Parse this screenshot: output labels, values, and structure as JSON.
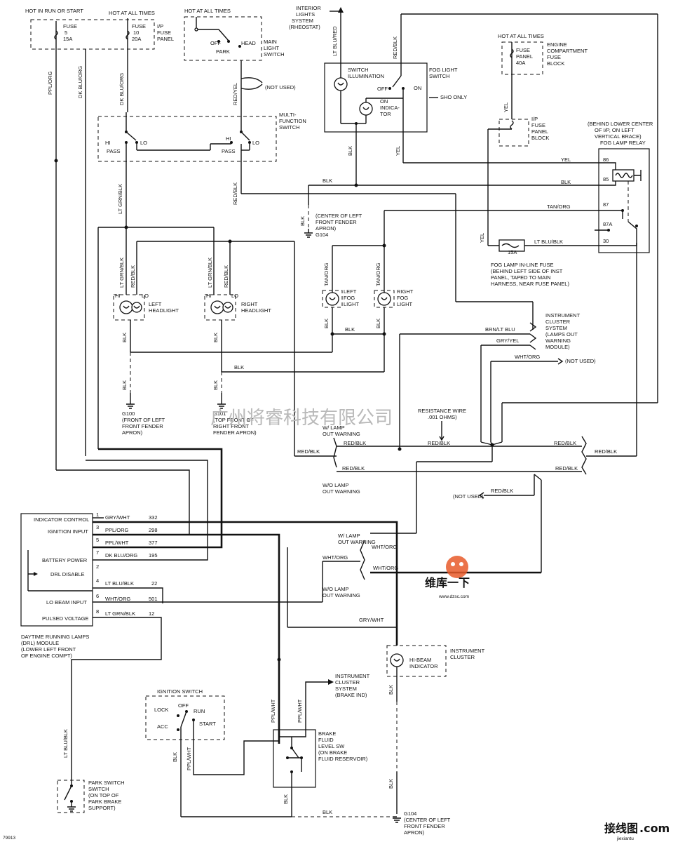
{
  "power": {
    "hot_run_start": "HOT IN RUN OR START",
    "hot_all_times": "HOT AT ALL TIMES",
    "fuse5": [
      "FUSE",
      "5",
      "15A"
    ],
    "fuse10": [
      "FUSE",
      "10",
      "20A"
    ],
    "ip_fuse_panel": [
      "I/P",
      "FUSE",
      "PANEL"
    ],
    "hot_all_times_2": "HOT AT ALL TIMES",
    "hot_all_times_3": "HOT AT ALL TIMES",
    "engine_fuse_block": [
      "ENGINE",
      "COMPARTMENT",
      "FUSE",
      "BLOCK"
    ],
    "fuse_panel_40a": [
      "FUSE",
      "PANEL",
      "40A"
    ],
    "ip_fuse_block": [
      "I/P",
      "FUSE",
      "PANEL",
      "BLOCK"
    ]
  },
  "main_light_switch": {
    "off": "OFF",
    "head": "HEAD",
    "park": "PARK",
    "title": [
      "MAIN",
      "LIGHT",
      "SWITCH"
    ],
    "not_used": "(NOT USED)"
  },
  "multifunction": {
    "title": [
      "MULTI-",
      "FUNCTION",
      "SWITCH"
    ],
    "hi": "HI",
    "lo": "LO",
    "pass": "PASS"
  },
  "fog_switch": {
    "interior": [
      "INTERIOR",
      "LIGHTS",
      "SYSTEM",
      "(RHEOSTAT)"
    ],
    "switch_illum": [
      "SWITCH",
      "ILLUMINATION"
    ],
    "title": [
      "FOG LIGHT",
      "SWITCH"
    ],
    "off": "OFF",
    "on": "ON",
    "on_indicator": [
      "ON",
      "INDICA-",
      "TOR"
    ],
    "sho_only": "SHO ONLY"
  },
  "fog_relay": {
    "title": [
      "(BEHIND LOWER CENTER",
      "OF I/P, ON LEFT",
      "VERTICAL BRACE)",
      "FOG LAMP RELAY"
    ],
    "pins": [
      "86",
      "85",
      "87",
      "87A",
      "30"
    ],
    "inline_fuse": "15A",
    "inline_label": [
      "FOG LAMP IN-LINE FUSE",
      "(BEHIND LEFT SIDE OF INST",
      "PANEL, TAPED TO MAIN",
      "HARNESS, NEAR FUSE PANEL)"
    ]
  },
  "grounds": {
    "g104": [
      "(CENTER OF LEFT",
      "FRONT FENDER",
      "APRON)",
      "G104"
    ],
    "g100": [
      "G100",
      "(FRONT OF LEFT",
      "FRONT FENDER",
      "APRON)"
    ],
    "g101": [
      "G101",
      "(TOP FRONT OF",
      "RIGHT FRONT",
      "FENDER APRON)"
    ],
    "g104b": [
      "G104",
      "(CENTER OF LEFT",
      "FRONT FENDER",
      "APRON)"
    ]
  },
  "lamps": {
    "left_head": [
      "LEFT",
      "HEADLIGHT"
    ],
    "right_head": [
      "RIGHT",
      "HEADLIGHT"
    ],
    "left_fog": [
      "LEFT",
      "FOG",
      "LIGHT"
    ],
    "right_fog": [
      "RIGHT",
      "FOG",
      "LIGHT"
    ],
    "hi": "HI",
    "lo": "LO"
  },
  "wires": {
    "ppl_org": "PPL/ORG",
    "dk_blu_org": "DK BLU/ORG",
    "red_yel": "RED/YEL",
    "lt_grn_blk": "LT GRN/BLK",
    "red_blk": "RED/BLK",
    "blk": "BLK",
    "lt_blu_red": "LT BLU/RED",
    "yel": "YEL",
    "tan_org": "TAN/ORG",
    "lt_blu_blk": "LT BLU/BLK",
    "brn_lt_blu": "BRN/LT BLU",
    "gry_yel": "GRY/YEL",
    "wht_org": "WHT/ORG",
    "gry_wht": "GRY/WHT",
    "ppl_wht": "PPL/WHT"
  },
  "cluster": {
    "title": [
      "INSTRUMENT",
      "CLUSTER",
      "SYSTEM",
      "(LAMPS OUT",
      "WARNING",
      "MODULE)"
    ],
    "not_used": "(NOT USED)",
    "resistance": [
      "RESISTANCE WIRE",
      ".001 OHMS)"
    ],
    "w_lamp": [
      "W/ LAMP",
      "OUT WARNING"
    ],
    "wo_lamp": [
      "W/O LAMP",
      "OUT WARNING"
    ]
  },
  "drl": {
    "rows": [
      {
        "label": "INDICATOR CONTROL",
        "pin": "1",
        "wire": "GRY/WHT",
        "circuit": "332"
      },
      {
        "label": "IGNITION INPUT",
        "pin": "3",
        "wire": "PPL/ORG",
        "circuit": "298"
      },
      {
        "label": "",
        "pin": "5",
        "wire": "PPL/WHT",
        "circuit": "377"
      },
      {
        "label": "BATTERY POWER",
        "pin": "7",
        "wire": "DK BLU/ORG",
        "circuit": "195"
      },
      {
        "label": "DRL DISABLE",
        "pin": "2",
        "wire": "",
        "circuit": ""
      },
      {
        "label": "",
        "pin": "4",
        "wire": "LT BLU/BLK",
        "circuit": "22"
      },
      {
        "label": "LO BEAM INPUT",
        "pin": "6",
        "wire": "WHT/ORG",
        "circuit": "501"
      },
      {
        "label": "PULSED VOLTAGE",
        "pin": "8",
        "wire": "LT GRN/BLK",
        "circuit": "12"
      }
    ],
    "title": [
      "DAYTIME RUNNING LAMPS",
      "(DRL) MODULE",
      "(LOWER LEFT FRONT",
      "OF ENGINE COMPT)"
    ]
  },
  "ignition": {
    "title": "IGNITION SWITCH",
    "lock": "LOCK",
    "off": "OFF",
    "run": "RUN",
    "acc": "ACC",
    "start": "START"
  },
  "brake": {
    "cluster": [
      "INSTRUMENT",
      "CLUSTER",
      "SYSTEM",
      "(BRAKE IND)"
    ],
    "fluid": [
      "BRAKE",
      "FLUID",
      "LEVEL SW",
      "(ON BRAKE",
      "FLUID RESERVOIR)"
    ]
  },
  "hibeam": {
    "indicator": [
      "HI-BEAM",
      "INDICATOR"
    ],
    "cluster": [
      "INSTRUMENT",
      "CLUSTER"
    ]
  },
  "park_switch": [
    "PARK SWITCH",
    "SWITCH",
    "(ON TOP OF",
    "PARK BRAKE",
    "SUPPORT)"
  ],
  "footer": {
    "code": "79913",
    "watermark": "广州将睿科技有限公司",
    "brand1": "维库一下",
    "brand2": "www.dzsc.com",
    "brand3": "接线图",
    "brand4": ".com",
    "brand5": "jiexiantu"
  }
}
